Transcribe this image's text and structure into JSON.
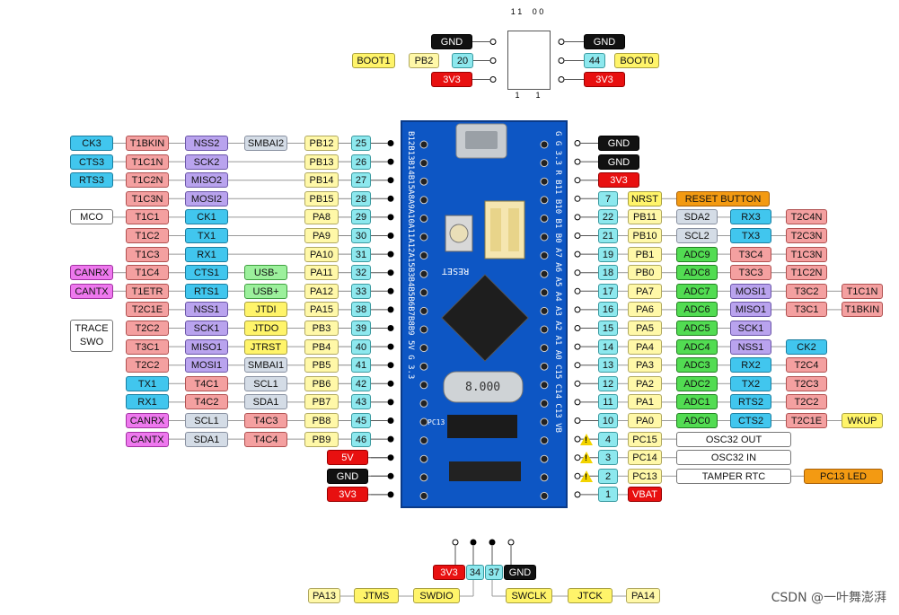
{
  "watermark": "CSDN @一叶舞澎湃",
  "board": {
    "reset_label": "RESET",
    "crystal_label": "8.000",
    "chip_label": "PC13",
    "left_edge_text": "B12B13B14B15A8A9A10A11A12A15B3B4B5B6B7B8B9 5V G 3.3",
    "right_edge_text": "G G 3.3 R B11 B10 B1 B0 A7 A6 A5 A4 A3 A2 A1 A0 C15 C14 C13 VB"
  },
  "boot_header": {
    "left_top_digits": "1 1",
    "right_top_digits": "0 0",
    "bottom_left": "1",
    "bottom_right": "1",
    "left_rows": [
      [
        {
          "t": "GND",
          "c": "black"
        }
      ],
      [
        {
          "t": "BOOT1",
          "c": "yellow"
        },
        {
          "t": "PB2",
          "c": "pale"
        },
        {
          "t": "20",
          "c": "cyan"
        }
      ],
      [
        {
          "t": "3V3",
          "c": "red"
        }
      ]
    ],
    "right_rows": [
      [
        {
          "t": "GND",
          "c": "black"
        }
      ],
      [
        {
          "t": "44",
          "c": "cyan"
        },
        {
          "t": "BOOT0",
          "c": "yellow"
        }
      ],
      [
        {
          "t": "3V3",
          "c": "red"
        }
      ]
    ]
  },
  "left_rows": [
    [
      {
        "t": "CK3",
        "c": "lblue"
      },
      {
        "t": "T1BKIN",
        "c": "salmon"
      },
      {
        "t": "NSS2",
        "c": "purple"
      },
      {
        "t": "SMBAI2",
        "c": "grey"
      },
      {
        "t": "PB12",
        "c": "pale"
      },
      {
        "t": "25",
        "c": "cyan"
      }
    ],
    [
      {
        "t": "CTS3",
        "c": "lblue"
      },
      {
        "t": "T1C1N",
        "c": "salmon"
      },
      {
        "t": "SCK2",
        "c": "purple"
      },
      {
        "t": "PB13",
        "c": "pale"
      },
      {
        "t": "26",
        "c": "cyan"
      }
    ],
    [
      {
        "t": "RTS3",
        "c": "lblue"
      },
      {
        "t": "T1C2N",
        "c": "salmon"
      },
      {
        "t": "MISO2",
        "c": "purple"
      },
      {
        "t": "PB14",
        "c": "pale"
      },
      {
        "t": "27",
        "c": "cyan"
      }
    ],
    [
      {
        "t": "T1C3N",
        "c": "salmon"
      },
      {
        "t": "MOSI2",
        "c": "purple"
      },
      {
        "t": "PB15",
        "c": "pale"
      },
      {
        "t": "28",
        "c": "cyan"
      }
    ],
    [
      {
        "t": "MCO",
        "c": "white"
      },
      {
        "t": "T1C1",
        "c": "salmon"
      },
      {
        "t": "CK1",
        "c": "lblue"
      },
      {
        "t": "PA8",
        "c": "pale"
      },
      {
        "t": "29",
        "c": "cyan"
      }
    ],
    [
      {
        "t": "T1C2",
        "c": "salmon"
      },
      {
        "t": "TX1",
        "c": "lblue"
      },
      {
        "t": "PA9",
        "c": "pale"
      },
      {
        "t": "30",
        "c": "cyan"
      }
    ],
    [
      {
        "t": "T1C3",
        "c": "salmon"
      },
      {
        "t": "RX1",
        "c": "lblue"
      },
      {
        "t": "PA10",
        "c": "pale"
      },
      {
        "t": "31",
        "c": "cyan"
      }
    ],
    [
      {
        "t": "CANRX",
        "c": "pink"
      },
      {
        "t": "T1C4",
        "c": "salmon"
      },
      {
        "t": "CTS1",
        "c": "lblue"
      },
      {
        "t": "USB-",
        "c": "lgreen"
      },
      {
        "t": "PA11",
        "c": "pale"
      },
      {
        "t": "32",
        "c": "cyan"
      }
    ],
    [
      {
        "t": "CANTX",
        "c": "pink"
      },
      {
        "t": "T1ETR",
        "c": "salmon"
      },
      {
        "t": "RTS1",
        "c": "lblue"
      },
      {
        "t": "USB+",
        "c": "lgreen"
      },
      {
        "t": "PA12",
        "c": "pale"
      },
      {
        "t": "33",
        "c": "cyan"
      }
    ],
    [
      {
        "t": "T2C1E",
        "c": "salmon"
      },
      {
        "t": "NSS1",
        "c": "purple"
      },
      {
        "t": "JTDI",
        "c": "yellow"
      },
      {
        "t": "PA15",
        "c": "pale"
      },
      {
        "t": "38",
        "c": "cyan"
      }
    ],
    [
      {
        "t": "T2C2",
        "c": "salmon"
      },
      {
        "t": "SCK1",
        "c": "purple"
      },
      {
        "t": "JTDO",
        "c": "yellow"
      },
      {
        "t": "PB3",
        "c": "pale"
      },
      {
        "t": "39",
        "c": "cyan"
      }
    ],
    [
      {
        "t": "T3C1",
        "c": "salmon"
      },
      {
        "t": "MISO1",
        "c": "purple"
      },
      {
        "t": "JTRST",
        "c": "yellow"
      },
      {
        "t": "PB4",
        "c": "pale"
      },
      {
        "t": "40",
        "c": "cyan"
      }
    ],
    [
      {
        "t": "T2C2",
        "c": "salmon"
      },
      {
        "t": "MOSI1",
        "c": "purple"
      },
      {
        "t": "SMBAI1",
        "c": "grey"
      },
      {
        "t": "PB5",
        "c": "pale"
      },
      {
        "t": "41",
        "c": "cyan"
      }
    ],
    [
      {
        "t": "TX1",
        "c": "lblue"
      },
      {
        "t": "T4C1",
        "c": "salmon"
      },
      {
        "t": "SCL1",
        "c": "grey"
      },
      {
        "t": "PB6",
        "c": "pale"
      },
      {
        "t": "42",
        "c": "cyan"
      }
    ],
    [
      {
        "t": "RX1",
        "c": "lblue"
      },
      {
        "t": "T4C2",
        "c": "salmon"
      },
      {
        "t": "SDA1",
        "c": "grey"
      },
      {
        "t": "PB7",
        "c": "pale"
      },
      {
        "t": "43",
        "c": "cyan"
      }
    ],
    [
      {
        "t": "CANRX",
        "c": "pink"
      },
      {
        "t": "SCL1",
        "c": "grey"
      },
      {
        "t": "T4C3",
        "c": "salmon"
      },
      {
        "t": "PB8",
        "c": "pale"
      },
      {
        "t": "45",
        "c": "cyan"
      }
    ],
    [
      {
        "t": "CANTX",
        "c": "pink"
      },
      {
        "t": "SDA1",
        "c": "grey"
      },
      {
        "t": "T4C4",
        "c": "salmon"
      },
      {
        "t": "PB9",
        "c": "pale"
      },
      {
        "t": "46",
        "c": "cyan"
      }
    ],
    [
      {
        "t": "5V",
        "c": "red"
      }
    ],
    [
      {
        "t": "GND",
        "c": "black"
      }
    ],
    [
      {
        "t": "3V3",
        "c": "red"
      }
    ]
  ],
  "trace_label": "TRACE SWO",
  "right_rows": [
    [
      {
        "t": "GND",
        "c": "black"
      }
    ],
    [
      {
        "t": "GND",
        "c": "black"
      }
    ],
    [
      {
        "t": "3V3",
        "c": "red"
      }
    ],
    [
      {
        "t": "7",
        "c": "cyan"
      },
      {
        "t": "NRST",
        "c": "yellow"
      },
      {
        "t": "RESET BUTTON",
        "c": "orange"
      }
    ],
    [
      {
        "t": "22",
        "c": "cyan"
      },
      {
        "t": "PB11",
        "c": "pale"
      },
      {
        "t": "SDA2",
        "c": "grey"
      },
      {
        "t": "RX3",
        "c": "lblue"
      },
      {
        "t": "T2C4N",
        "c": "salmon"
      }
    ],
    [
      {
        "t": "21",
        "c": "cyan"
      },
      {
        "t": "PB10",
        "c": "pale"
      },
      {
        "t": "SCL2",
        "c": "grey"
      },
      {
        "t": "TX3",
        "c": "lblue"
      },
      {
        "t": "T2C3N",
        "c": "salmon"
      }
    ],
    [
      {
        "t": "19",
        "c": "cyan"
      },
      {
        "t": "PB1",
        "c": "pale"
      },
      {
        "t": "ADC9",
        "c": "green"
      },
      {
        "t": "T3C4",
        "c": "salmon"
      },
      {
        "t": "T1C3N",
        "c": "salmon"
      }
    ],
    [
      {
        "t": "18",
        "c": "cyan"
      },
      {
        "t": "PB0",
        "c": "pale"
      },
      {
        "t": "ADC8",
        "c": "green"
      },
      {
        "t": "T3C3",
        "c": "salmon"
      },
      {
        "t": "T1C2N",
        "c": "salmon"
      }
    ],
    [
      {
        "t": "17",
        "c": "cyan"
      },
      {
        "t": "PA7",
        "c": "pale"
      },
      {
        "t": "ADC7",
        "c": "green"
      },
      {
        "t": "MOSI1",
        "c": "purple"
      },
      {
        "t": "T3C2",
        "c": "salmon"
      },
      {
        "t": "T1C1N",
        "c": "salmon"
      }
    ],
    [
      {
        "t": "16",
        "c": "cyan"
      },
      {
        "t": "PA6",
        "c": "pale"
      },
      {
        "t": "ADC6",
        "c": "green"
      },
      {
        "t": "MISO1",
        "c": "purple"
      },
      {
        "t": "T3C1",
        "c": "salmon"
      },
      {
        "t": "T1BKIN",
        "c": "salmon"
      }
    ],
    [
      {
        "t": "15",
        "c": "cyan"
      },
      {
        "t": "PA5",
        "c": "pale"
      },
      {
        "t": "ADC5",
        "c": "green"
      },
      {
        "t": "SCK1",
        "c": "purple"
      }
    ],
    [
      {
        "t": "14",
        "c": "cyan"
      },
      {
        "t": "PA4",
        "c": "pale"
      },
      {
        "t": "ADC4",
        "c": "green"
      },
      {
        "t": "NSS1",
        "c": "purple"
      },
      {
        "t": "CK2",
        "c": "lblue"
      }
    ],
    [
      {
        "t": "13",
        "c": "cyan"
      },
      {
        "t": "PA3",
        "c": "pale"
      },
      {
        "t": "ADC3",
        "c": "green"
      },
      {
        "t": "RX2",
        "c": "lblue"
      },
      {
        "t": "T2C4",
        "c": "salmon"
      }
    ],
    [
      {
        "t": "12",
        "c": "cyan"
      },
      {
        "t": "PA2",
        "c": "pale"
      },
      {
        "t": "ADC2",
        "c": "green"
      },
      {
        "t": "TX2",
        "c": "lblue"
      },
      {
        "t": "T2C3",
        "c": "salmon"
      }
    ],
    [
      {
        "t": "11",
        "c": "cyan"
      },
      {
        "t": "PA1",
        "c": "pale"
      },
      {
        "t": "ADC1",
        "c": "green"
      },
      {
        "t": "RTS2",
        "c": "lblue"
      },
      {
        "t": "T2C2",
        "c": "salmon"
      }
    ],
    [
      {
        "t": "10",
        "c": "cyan"
      },
      {
        "t": "PA0",
        "c": "pale"
      },
      {
        "t": "ADC0",
        "c": "green"
      },
      {
        "t": "CTS2",
        "c": "lblue"
      },
      {
        "t": "T2C1E",
        "c": "salmon"
      },
      {
        "t": "WKUP",
        "c": "yellow"
      }
    ],
    [
      {
        "t": "4",
        "c": "cyan"
      },
      {
        "t": "PC15",
        "c": "pale"
      },
      {
        "t": "OSC32 OUT",
        "c": "white"
      }
    ],
    [
      {
        "t": "3",
        "c": "cyan"
      },
      {
        "t": "PC14",
        "c": "pale"
      },
      {
        "t": "OSC32 IN",
        "c": "white"
      }
    ],
    [
      {
        "t": "2",
        "c": "cyan"
      },
      {
        "t": "PC13",
        "c": "pale"
      },
      {
        "t": "TAMPER RTC",
        "c": "white"
      },
      {
        "t": "PC13 LED",
        "c": "orange"
      }
    ],
    [
      {
        "t": "1",
        "c": "cyan"
      },
      {
        "t": "VBAT",
        "c": "red"
      }
    ]
  ],
  "bottom": {
    "row1": [
      {
        "t": "3V3",
        "c": "red"
      },
      {
        "t": "34",
        "c": "cyan"
      },
      {
        "t": "37",
        "c": "cyan"
      },
      {
        "t": "GND",
        "c": "black"
      }
    ],
    "row2_left": [
      {
        "t": "PA13",
        "c": "pale"
      },
      {
        "t": "JTMS",
        "c": "yellow"
      },
      {
        "t": "SWDIO",
        "c": "yellow"
      }
    ],
    "row2_right": [
      {
        "t": "SWCLK",
        "c": "yellow"
      },
      {
        "t": "JTCK",
        "c": "yellow"
      },
      {
        "t": "PA14",
        "c": "pale"
      }
    ]
  }
}
